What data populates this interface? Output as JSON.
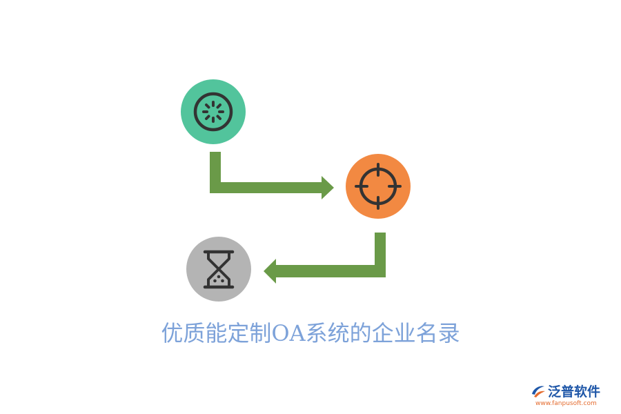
{
  "caption": {
    "text": "优质能定制OA系统的企业名录",
    "color": "#7da2d9"
  },
  "colors": {
    "arrow": "#6a9a48",
    "green_circle": "#52c49c",
    "orange_circle": "#f28942",
    "gray_circle": "#b4b4b4",
    "icon_stroke": "#333333"
  },
  "icons": [
    "loading-spinner-icon",
    "crosshair-target-icon",
    "hourglass-icon"
  ],
  "logo": {
    "name": "泛普软件",
    "url": "www.fanpusoft.com",
    "brand_color": "#1f57a8",
    "accent_color": "#e46b2e"
  }
}
